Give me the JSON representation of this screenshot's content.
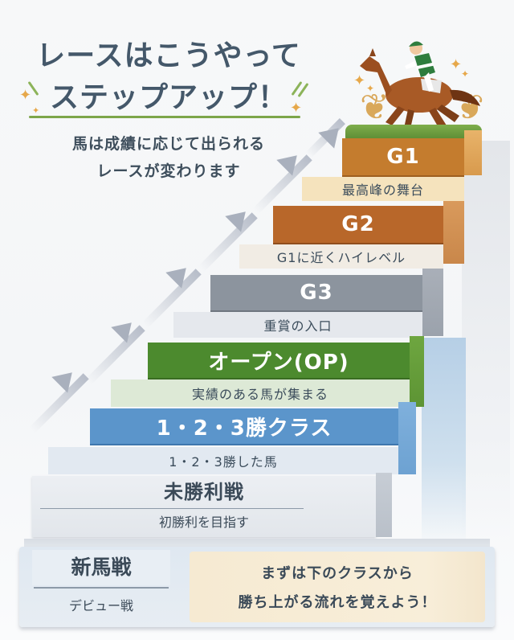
{
  "header": {
    "title_line1": "レースはこうやって",
    "title_line2": "ステップアップ！",
    "subtitle_line1": "馬は成績に応じて出られる",
    "subtitle_line2": "レースが変わります"
  },
  "decor": {
    "sparkle_glyph": "✦",
    "laurel_left": "❦",
    "laurel_right": "❦"
  },
  "steps": [
    {
      "id": "g1",
      "name": "G1",
      "desc": "最高峰の舞台",
      "color": "#c47c2e",
      "desc_bg": "#f5e3bd"
    },
    {
      "id": "g2",
      "name": "G2",
      "desc": "G1に近くハイレベル",
      "color": "#b8672a",
      "desc_bg": "#f1ece4"
    },
    {
      "id": "g3",
      "name": "G3",
      "desc": "重賞の入口",
      "color": "#8c949e",
      "desc_bg": "#e5e8ed"
    },
    {
      "id": "open",
      "name": "オープン(OP)",
      "desc": "実績のある馬が集まる",
      "color": "#4c8a2e",
      "desc_bg": "#dde9d6"
    },
    {
      "id": "win123",
      "name": "1・2・3勝クラス",
      "desc": "1・2・3勝した馬",
      "color": "#5b95cb",
      "desc_bg": "#e2e9f1"
    },
    {
      "id": "maiden",
      "name": "未勝利戦",
      "desc": "初勝利を目指す",
      "color": "#e6e9ee",
      "desc_bg": "#e6e9ee"
    },
    {
      "id": "newcomer",
      "name": "新馬戦",
      "desc": "デビュー戦",
      "color": "#e3ebf3",
      "desc_bg": "#e3ebf3"
    }
  ],
  "note": {
    "line1": "まずは下のクラスから",
    "line2": "勝ち上がる流れを覚えよう！"
  }
}
